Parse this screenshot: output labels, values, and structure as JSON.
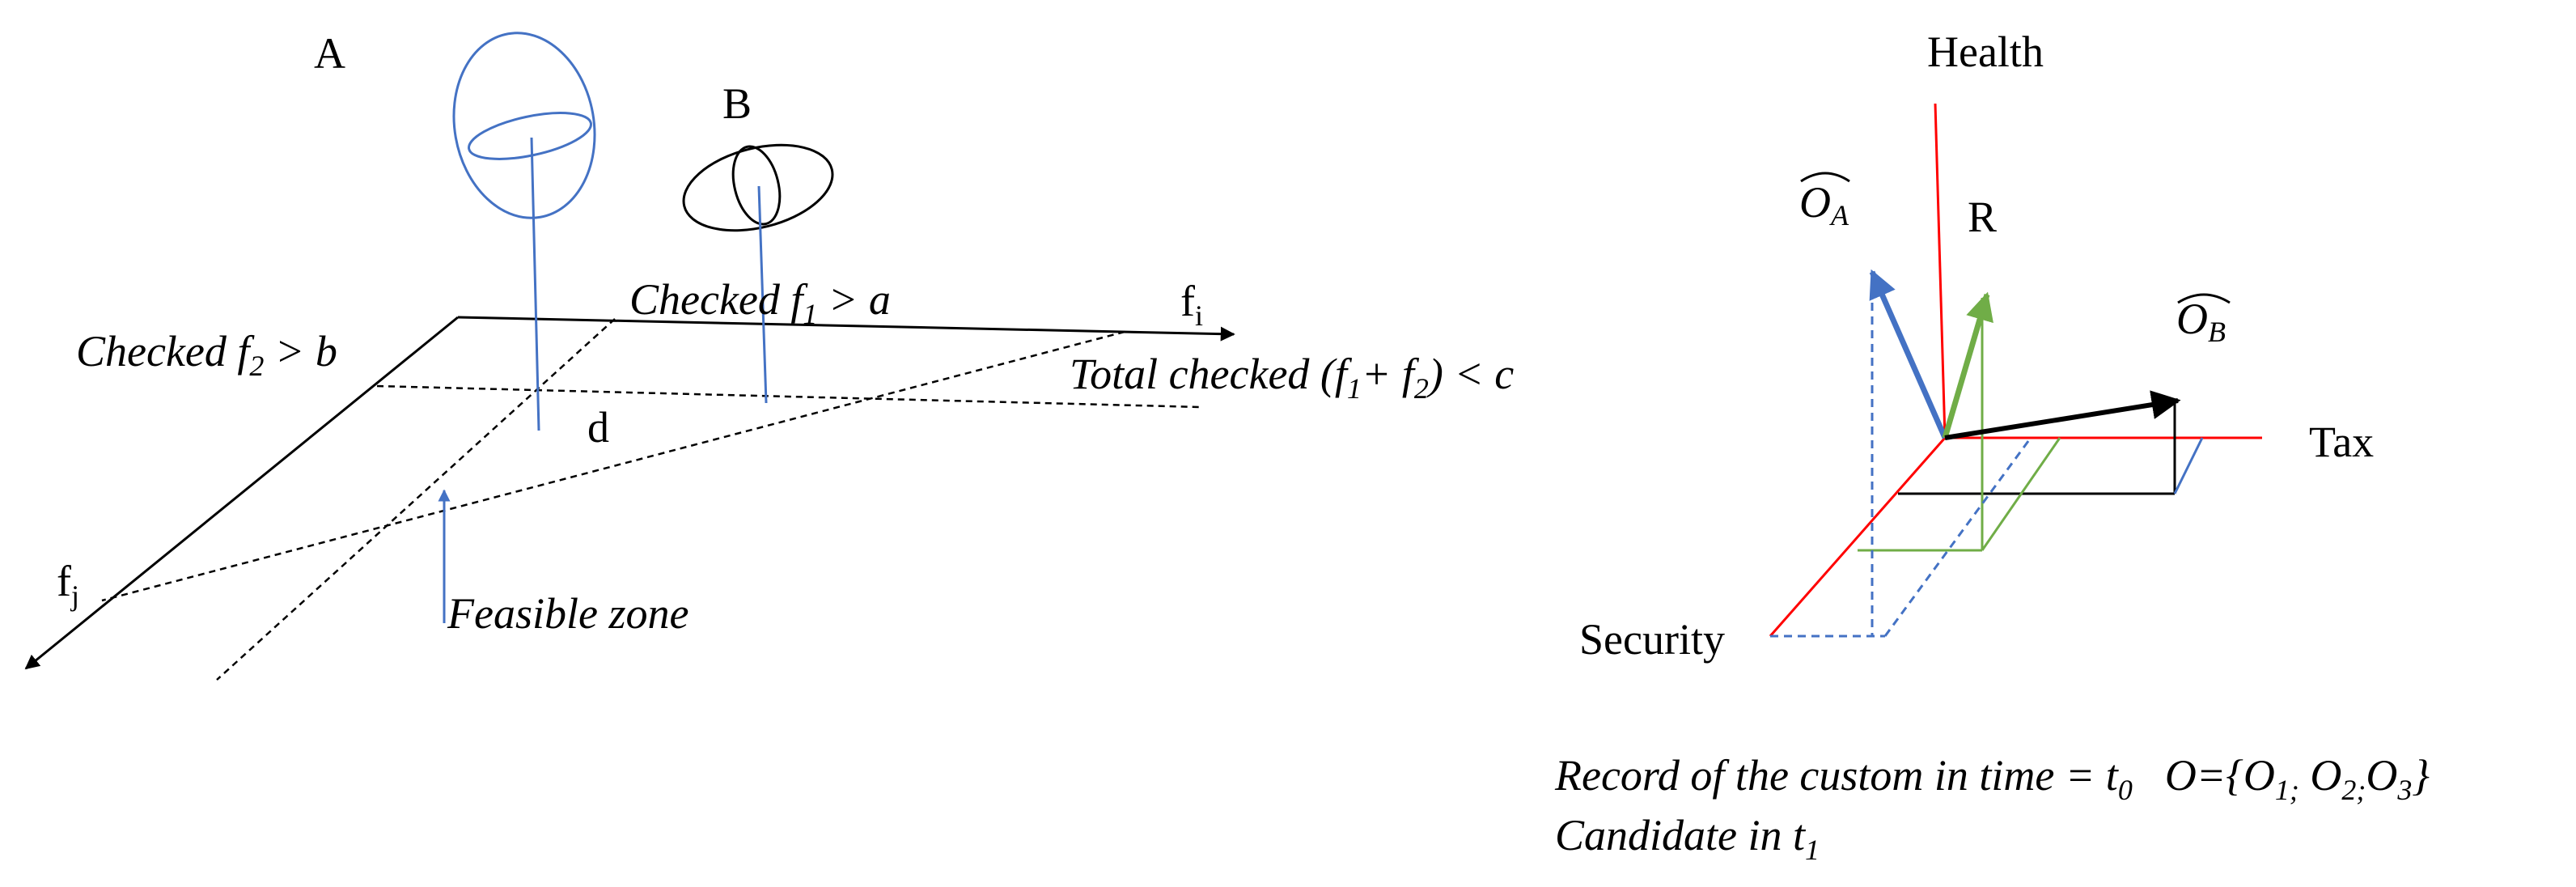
{
  "left_diagram": {
    "label_a": "A",
    "label_b": "B",
    "label_d": "d",
    "axis_i": {
      "base": "f",
      "sub": "i"
    },
    "axis_j": {
      "base": "f",
      "sub": "j"
    },
    "checked_f1": {
      "text": "Checked f",
      "sub": "1",
      "tail": " > a"
    },
    "checked_f2": {
      "text": "Checked f",
      "sub": "2",
      "tail": " > b"
    },
    "total_checked": {
      "text": "Total checked (f",
      "sub1": "1",
      "mid": "+ f",
      "sub2": "2",
      "tail": ") < c"
    },
    "feasible_zone": "Feasible zone"
  },
  "right_diagram": {
    "axis_health": "Health",
    "axis_tax": "Tax",
    "axis_security": "Security",
    "label_r": "R",
    "vector_oa": {
      "base": "O",
      "sub": "A"
    },
    "vector_ob": {
      "base": "O",
      "sub": "B"
    }
  },
  "caption": {
    "line1_text": "Record of the custom in time = t",
    "line1_sub": "0",
    "set_prefix": "O={O",
    "set_sub1": "1;",
    "set_mid1": " O",
    "set_sub2": "2;",
    "set_mid2": "O",
    "set_sub3": "3",
    "set_close": "}",
    "line2_text": "Candidate in t",
    "line2_sub": "1"
  },
  "colors": {
    "ink": "#000000",
    "blue": "#4472c4",
    "red": "#ff0000",
    "green": "#70ad47"
  }
}
